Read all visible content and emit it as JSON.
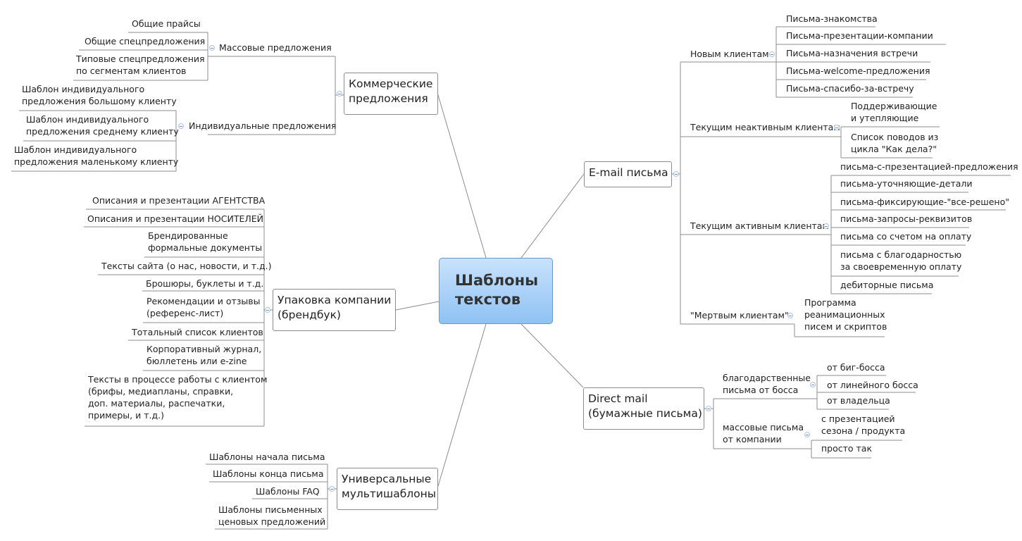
{
  "root": "Шаблоны\nтекстов",
  "branches": {
    "commercial": {
      "label": "Коммерческие\nпредложения",
      "mass": {
        "label": "Массовые предложения",
        "items": [
          "Общие прайсы",
          "Общие спецпредложения",
          "Типовые спецпредложения\nпо сегментам клиентов"
        ]
      },
      "individual": {
        "label": "Индивидуальные предложения",
        "items": [
          "Шаблон индивидуального\nпредложения большому клиенту",
          "Шаблон индивидуального\nпредложения среднему клиенту",
          "Шаблон индивидуального\nпредложения маленькому клиенту"
        ]
      }
    },
    "packaging": {
      "label": "Упаковка компании\n(брендбук)",
      "items": [
        "Описания и презентации АГЕНТСТВА",
        "Описания и презентации НОСИТЕЛЕЙ",
        "Брендированные\nформальные документы",
        "Тексты сайта (о нас, новости, и т.д.)",
        "Брошюры, буклеты и т.д.",
        "Рекомендации и отзывы\n(референс-лист)",
        "Тотальный список клиентов",
        "Корпоративный журнал,\nбюллетень или e-zine",
        "Тексты в процессе работы с клиентом\n(брифы, медиапланы, справки,\nдоп. материалы, распечатки,\nпримеры, и т.д.)"
      ]
    },
    "universal": {
      "label": "Универсальные\nмультишаблоны",
      "items": [
        "Шаблоны начала письма",
        "Шаблоны конца письма",
        "Шаблоны FAQ",
        "Шаблоны письменных\nценовых предложений"
      ]
    },
    "email": {
      "label": "E-mail письма",
      "new": {
        "label": "Новым клиентам",
        "items": [
          "Письма-знакомства",
          "Письма-презентации-компании",
          "Письма-назначения встречи",
          "Письма-welcome-предложения",
          "Письма-спасибо-за-встречу"
        ]
      },
      "inactive": {
        "label": "Текущим неактивным клиентам",
        "items": [
          "Поддерживающие\nи утепляющие",
          "Список поводов из\nцикла \"Как дела?\""
        ]
      },
      "active": {
        "label": "Текущим активным клиентам",
        "items": [
          "письма-с-презентацией-предложения",
          "письма-уточняющие-детали",
          "письма-фиксирующие-\"все-решено\"",
          "письма-запросы-реквизитов",
          "письма со счетом на оплату",
          "письма с благодарностью\nза своевременную оплату",
          "дебиторные письма"
        ]
      },
      "dead": {
        "label": "\"Мертвым клиентам\"",
        "items": [
          "Программа\nреанимационных\nписем и скриптов"
        ]
      }
    },
    "direct": {
      "label": "Direct mail\n(бумажные письма)",
      "boss": {
        "label": "благодарственные\nписьма от босса",
        "items": [
          "от биг-босса",
          "от линейного босса",
          "от владельца"
        ]
      },
      "mass": {
        "label": "массовые письма\nот компании",
        "items": [
          "с презентацией\nсезона / продукта",
          "просто так"
        ]
      }
    }
  },
  "colors": {
    "line": "#8c8c8c",
    "root_top": "#c9e2fc",
    "root_bottom": "#8fc2f4",
    "toggle": "#6d93c4"
  }
}
